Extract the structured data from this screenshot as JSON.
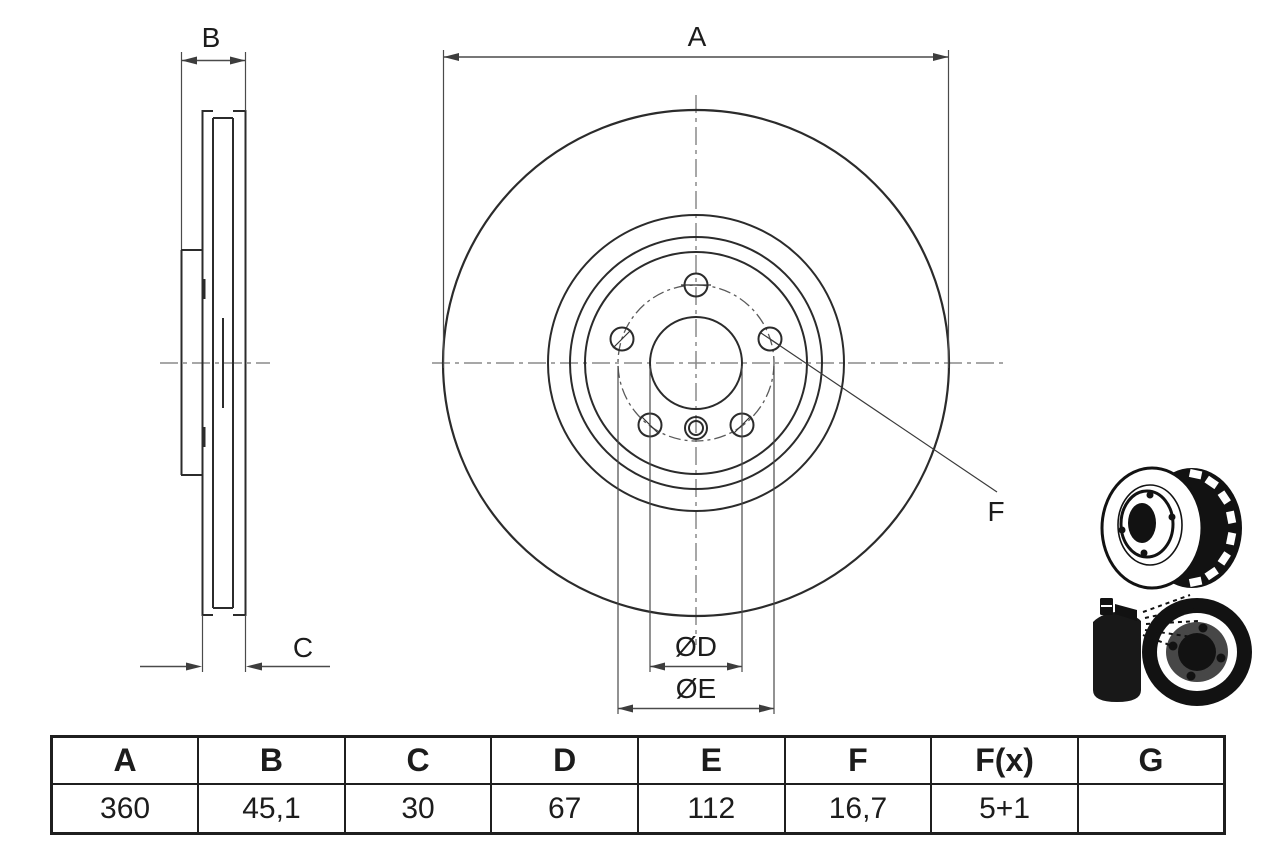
{
  "dimension_labels": {
    "a": "A",
    "b": "B",
    "c": "C",
    "f": "F",
    "d": "ØD",
    "e": "ØE"
  },
  "spec_table": {
    "headers": [
      "A",
      "B",
      "C",
      "D",
      "E",
      "F",
      "F(x)",
      "G"
    ],
    "values": [
      "360",
      "45,1",
      "30",
      "67",
      "112",
      "16,7",
      "5+1",
      ""
    ]
  },
  "icons": {
    "vented_disc": "vented-brake-disc-icon",
    "spray_coating": "spray-coated-disc-icon"
  },
  "colors": {
    "outline": "#2b2b2b",
    "dimension_line": "#4a4a4a",
    "centerline": "#8a8a8a",
    "background": "#ffffff",
    "table_text": "#1c1c1c"
  }
}
